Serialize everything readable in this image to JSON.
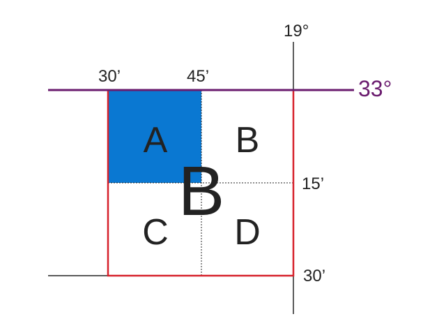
{
  "labels": {
    "lon_top": "19°",
    "lat_main": "33°",
    "min_30_top": "30’",
    "min_45_top": "45’",
    "min_15_right": "15’",
    "min_30_right": "30’"
  },
  "quadrants": {
    "a": "A",
    "b": "B",
    "c": "C",
    "d": "D"
  },
  "center_letter": "B",
  "colors": {
    "latitude_line": "#6a1b6e",
    "outline": "#d6202a",
    "highlight": "#0a78d2",
    "lines": "#222222"
  }
}
